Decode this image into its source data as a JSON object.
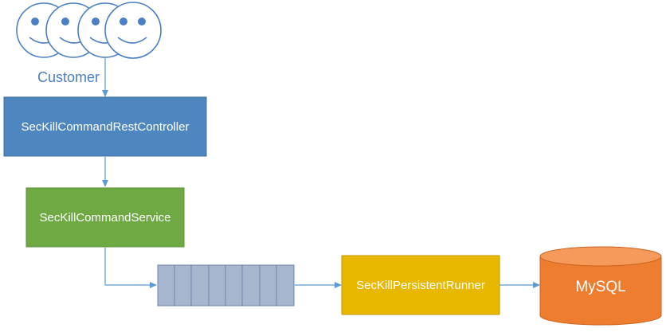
{
  "customer": {
    "label": "Customer"
  },
  "controller": {
    "label": "SecKillCommandRestController"
  },
  "service": {
    "label": "SecKillCommandService"
  },
  "runner": {
    "label": "SecKillPersistentRunner"
  },
  "database": {
    "label": "MySQL"
  },
  "colors": {
    "controller_fill": "#4e87c0",
    "service_fill": "#6ea943",
    "runner_fill": "#e8b700",
    "database_fill": "#ef7d30",
    "queue_fill": "#a7b6cf",
    "face_stroke": "#4c80c4",
    "arrow": "#5b9bd5",
    "customer_text": "#4a7fc1"
  },
  "icons": [
    "smiley-face-icon",
    "queue-icon",
    "database-icon"
  ]
}
